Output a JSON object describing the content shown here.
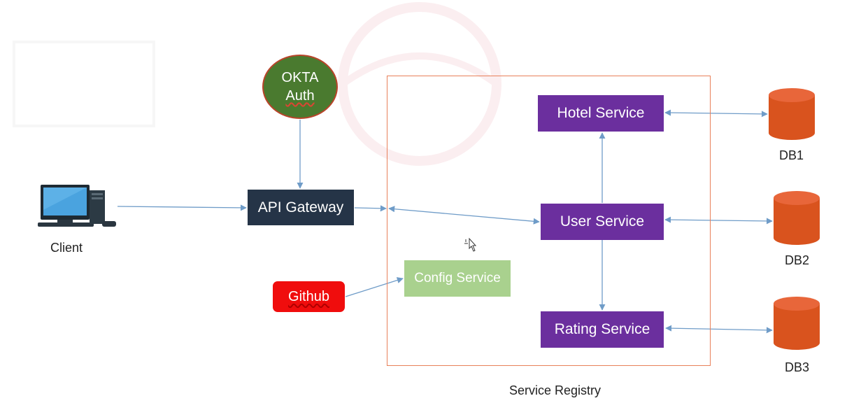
{
  "nodes": {
    "okta_line1": "OKTA",
    "okta_line2": "Auth",
    "api_gateway": "API Gateway",
    "hotel_service": "Hotel Service",
    "user_service": "User Service",
    "rating_service": "Rating Service",
    "config_service": "Config Service",
    "github": "Github",
    "client": "Client",
    "service_registry": "Service Registry",
    "db1": "DB1",
    "db2": "DB2",
    "db3": "DB3"
  },
  "colors": {
    "service": "#6b2f9e",
    "gateway": "#253447",
    "okta": "#4a7a2f",
    "config": "#a9d18e",
    "github": "#f00d0d",
    "database": "#d9531e",
    "registry_border": "#e8805a",
    "arrow": "#6f9cc8"
  },
  "edges": [
    {
      "from": "client",
      "to": "api_gateway",
      "direction": "forward"
    },
    {
      "from": "okta_auth",
      "to": "api_gateway",
      "direction": "forward"
    },
    {
      "from": "api_gateway",
      "to": "service_registry",
      "direction": "forward"
    },
    {
      "from": "service_registry",
      "to": "user_service",
      "direction": "both"
    },
    {
      "from": "user_service",
      "to": "hotel_service",
      "direction": "forward"
    },
    {
      "from": "user_service",
      "to": "rating_service",
      "direction": "forward"
    },
    {
      "from": "github",
      "to": "config_service",
      "direction": "forward"
    },
    {
      "from": "hotel_service",
      "to": "db1",
      "direction": "both"
    },
    {
      "from": "user_service",
      "to": "db2",
      "direction": "both"
    },
    {
      "from": "rating_service",
      "to": "db3",
      "direction": "both"
    }
  ]
}
